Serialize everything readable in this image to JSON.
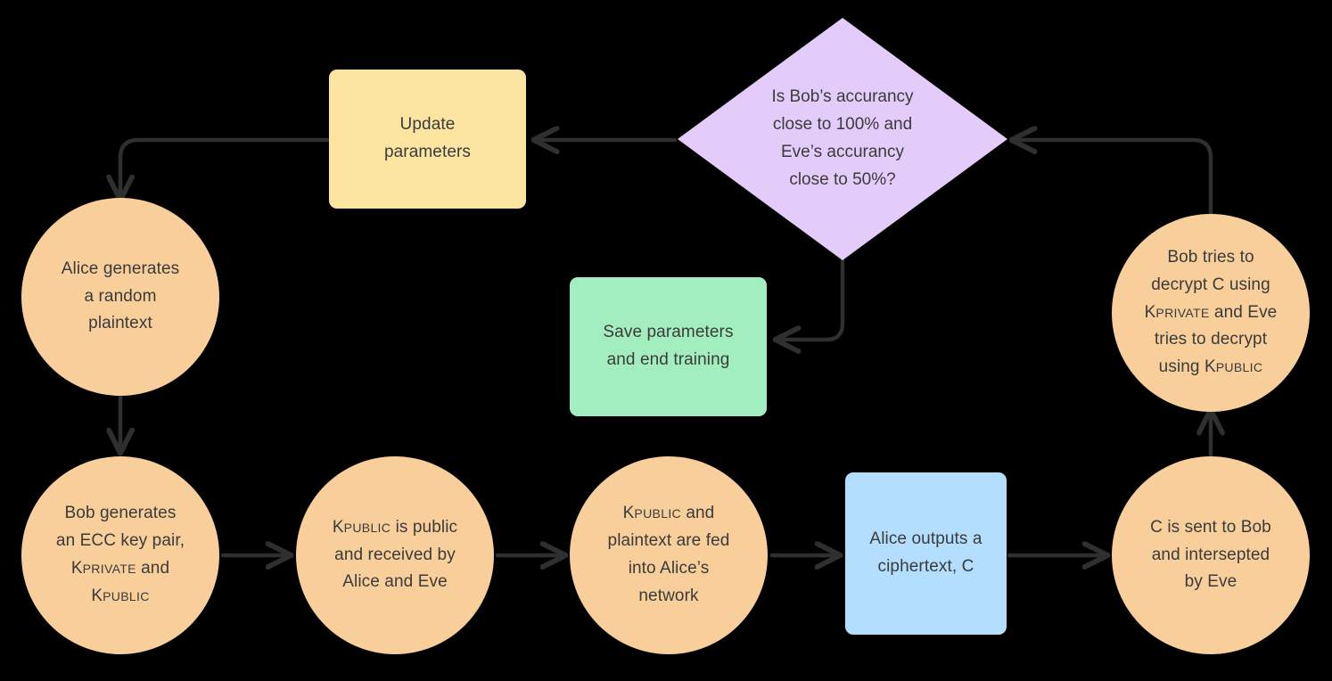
{
  "diagram": {
    "title": "Adversarial neural cryptography training flowchart",
    "background_color": "#000000",
    "text_color": "#3b3b3b",
    "edge_color": "#2f2f2f",
    "palette": {
      "circle_orange": "#F8CE9B",
      "rect_yellow": "#FCE5A0",
      "rect_green": "#A3EEBF",
      "rect_blue": "#B3DEFD",
      "diamond_purple": "#E3CBFA"
    }
  },
  "nodes": {
    "update_parameters": {
      "label": "Update\nparameters",
      "shape": "rectangle",
      "color": "#FCE5A0"
    },
    "decision": {
      "label": "Is Bob’s accurancy\nclose to 100% and\nEve’s accurancy\nclose to 50%?",
      "shape": "diamond",
      "color": "#E3CBFA"
    },
    "alice_plaintext": {
      "label": "Alice generates\na random\nplaintext",
      "shape": "circle",
      "color": "#F8CE9B"
    },
    "bob_decrypt": {
      "line1": "Bob tries to",
      "line2": "decrypt C using",
      "line3_k": "K",
      "line3_sub": "PRIVATE",
      "line3_rest": " and Eve",
      "line4": "tries to decrypt",
      "line5_rest": "using ",
      "line5_k": "K",
      "line5_sub": "PUBLIC",
      "shape": "circle",
      "color": "#F8CE9B"
    },
    "save_parameters": {
      "label": "Save parameters\nand end training",
      "shape": "rectangle",
      "color": "#A3EEBF"
    },
    "bob_keypair": {
      "line1": "Bob generates",
      "line2": "an ECC key pair,",
      "line3_k": "K",
      "line3_sub": "PRIVATE",
      "line3_rest": " and",
      "line4_k": "K",
      "line4_sub": "PUBLIC",
      "shape": "circle",
      "color": "#F8CE9B"
    },
    "kpublic_public": {
      "line1_k": "K",
      "line1_sub": "PUBLIC",
      "line1_rest": " is public",
      "line2": "and received by",
      "line3": "Alice and Eve",
      "shape": "circle",
      "color": "#F8CE9B"
    },
    "fed_into_network": {
      "line1_k": "K",
      "line1_sub": "PUBLIC",
      "line1_rest": " and",
      "line2": "plaintext are fed",
      "line3": "into Alice’s",
      "line4": "network",
      "shape": "circle",
      "color": "#F8CE9B"
    },
    "alice_ciphertext": {
      "label": "Alice outputs a\nciphertext, C",
      "shape": "rectangle",
      "color": "#B3DEFD"
    },
    "c_sent": {
      "label": "C is sent to Bob\nand intersepted\nby Eve",
      "shape": "circle",
      "color": "#F8CE9B"
    }
  },
  "edges": [
    {
      "name": "decision-to-update",
      "from": "decision",
      "to": "update_parameters",
      "direction": "left"
    },
    {
      "name": "update-to-alice",
      "from": "update_parameters",
      "to": "alice_plaintext",
      "direction": "down"
    },
    {
      "name": "alice-to-bobkeypair",
      "from": "alice_plaintext",
      "to": "bob_keypair",
      "direction": "down"
    },
    {
      "name": "bobkeypair-to-kpublic",
      "from": "bob_keypair",
      "to": "kpublic_public",
      "direction": "right"
    },
    {
      "name": "kpublic-to-fed",
      "from": "kpublic_public",
      "to": "fed_into_network",
      "direction": "right"
    },
    {
      "name": "fed-to-ciphertext",
      "from": "fed_into_network",
      "to": "alice_ciphertext",
      "direction": "right"
    },
    {
      "name": "ciphertext-to-csent",
      "from": "alice_ciphertext",
      "to": "c_sent",
      "direction": "right"
    },
    {
      "name": "csent-to-bobdecrypt",
      "from": "c_sent",
      "to": "bob_decrypt",
      "direction": "up"
    },
    {
      "name": "bobdecrypt-to-decision",
      "from": "bob_decrypt",
      "to": "decision",
      "direction": "left"
    },
    {
      "name": "decision-to-save",
      "from": "decision",
      "to": "save_parameters",
      "direction": "left"
    }
  ]
}
